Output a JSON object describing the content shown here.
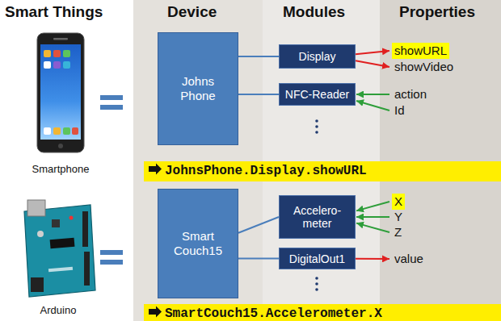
{
  "diagram": {
    "nodes": [
      {
        "text": [
          "Johns Phone"
        ]
      },
      {
        "text": [
          "Display"
        ]
      },
      {
        "text": [
          "showURL"
        ]
      },
      {
        "text": [
          "showVideo"
        ]
      },
      {
        "text": [
          "NFC-Reader"
        ]
      },
      {
        "text": [
          "action"
        ]
      },
      {
        "text": [
          "Id"
        ]
      },
      {
        "text": [
          "JohnsPhone.Display.showURL"
        ]
      },
      {
        "text": [
          "Smart Couch15"
        ]
      },
      {
        "text": [
          "Accelero- meter"
        ]
      },
      {
        "text": [
          "X"
        ]
      },
      {
        "text": [
          "Y"
        ]
      },
      {
        "text": [
          "Z"
        ]
      },
      {
        "text": [
          "DigitalOut1"
        ]
      },
      {
        "text": [
          "value"
        ]
      },
      {
        "text": [
          "SmartCouch15.Accelerometer.X"
        ]
      }
    ],
    "edges": [
      {
        "from": 0,
        "to": 1,
        "arrow": "none"
      },
      {
        "from": 0,
        "to": 4,
        "arrow": "none"
      },
      {
        "from": 1,
        "to": 2,
        "arrow": "to"
      },
      {
        "from": 1,
        "to": 3,
        "arrow": "to"
      },
      {
        "from": 5,
        "to": 4,
        "arrow": "to"
      },
      {
        "from": 6,
        "to": 4,
        "arrow": "to"
      },
      {
        "from": 8,
        "to": 9,
        "arrow": "none"
      },
      {
        "from": 8,
        "to": 13,
        "arrow": "none"
      },
      {
        "from": 10,
        "to": 9,
        "arrow": "to"
      },
      {
        "from": 11,
        "to": 9,
        "arrow": "to"
      },
      {
        "from": 12,
        "to": 9,
        "arrow": "to"
      },
      {
        "from": 13,
        "to": 14,
        "arrow": "to"
      }
    ],
    "labels": [
      "Smart Things",
      "Device",
      "Modules",
      "Properties",
      "Smartphone",
      "Arduino"
    ]
  }
}
